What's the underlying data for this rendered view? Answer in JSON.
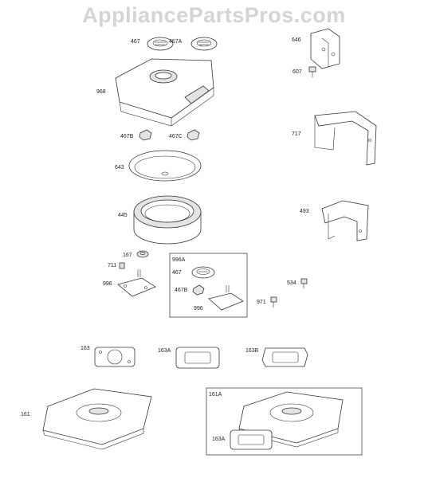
{
  "watermark": "AppliancePartsPros.com",
  "labels": {
    "l467a": "467",
    "l467A": "467A",
    "l968": "968",
    "l467B": "467B",
    "l467C": "467C",
    "l643": "643",
    "l445": "445",
    "l167": "167",
    "l711": "711",
    "l996": "996",
    "l996A": "996A",
    "l467b2": "467",
    "l467B2": "467B",
    "l996b": "996",
    "l646": "646",
    "l607": "607",
    "l717": "717",
    "l493": "493",
    "l534": "534",
    "l971": "971",
    "l163": "163",
    "l163A": "163A",
    "l163B": "163B",
    "l161": "161",
    "l161A": "161A",
    "l163A2": "163A"
  }
}
